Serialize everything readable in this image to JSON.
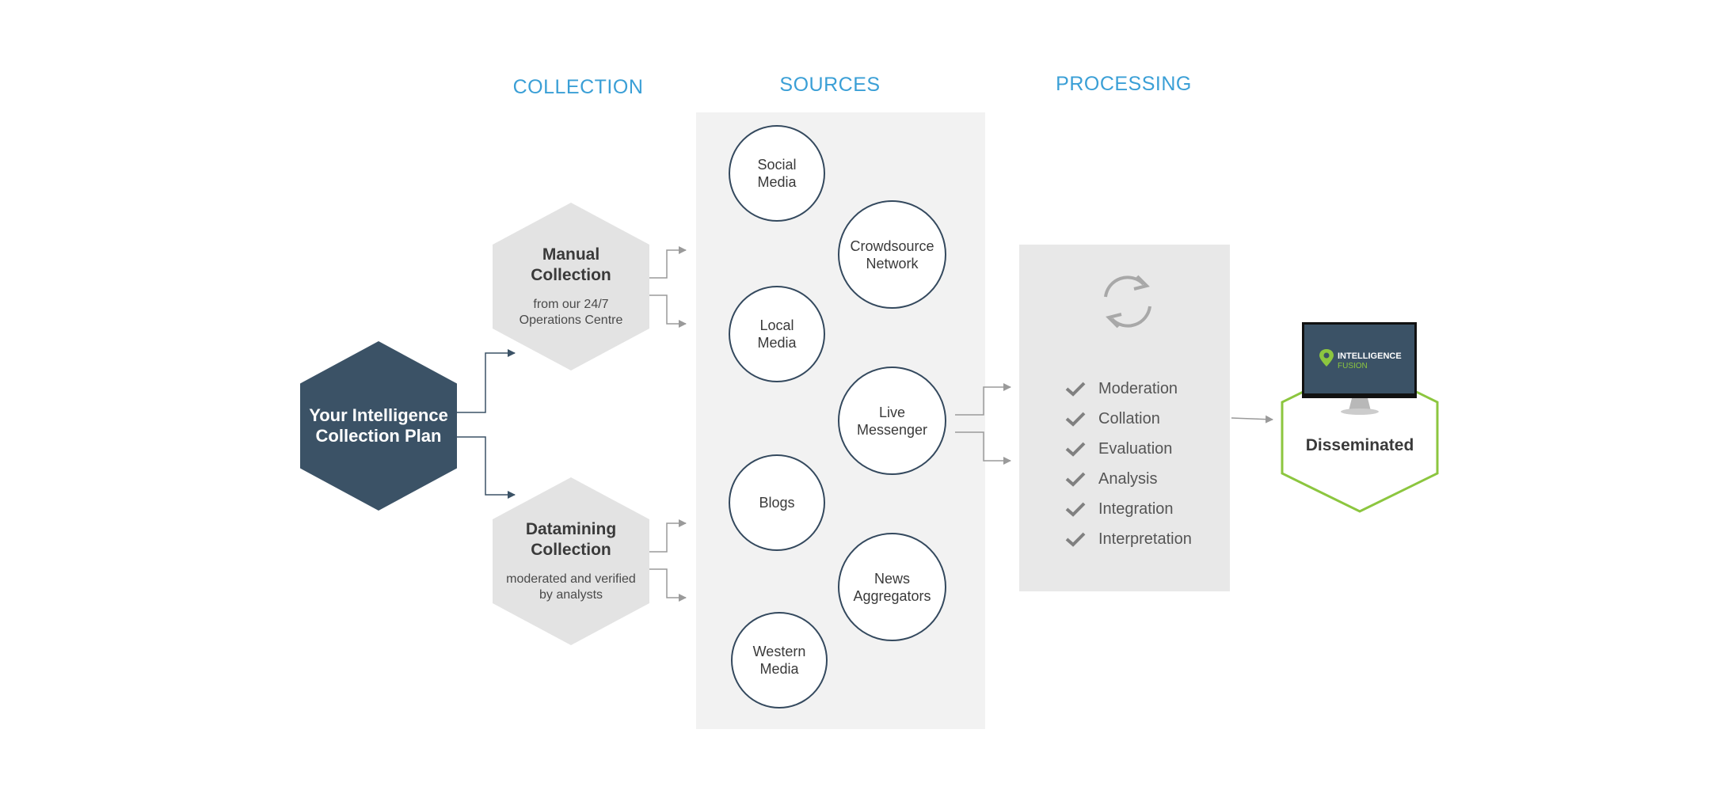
{
  "headings": {
    "collection": "COLLECTION",
    "sources": "SOURCES",
    "processing": "PROCESSING"
  },
  "plan": {
    "line1": "Your Intelligence",
    "line2": "Collection Plan"
  },
  "manual": {
    "line1": "Manual",
    "line2": "Collection",
    "sub1": "from our 24/7",
    "sub2": "Operations Centre"
  },
  "datamining": {
    "line1": "Datamining",
    "line2": "Collection",
    "sub1": "moderated and verified",
    "sub2": "by analysts"
  },
  "sources": [
    "Social\nMedia",
    "Crowdsource\nNetwork",
    "Local\nMedia",
    "Live\nMessenger",
    "Blogs",
    "News\nAggregators",
    "Western\nMedia"
  ],
  "processing": {
    "steps": [
      "Moderation",
      "Collation",
      "Evaluation",
      "Analysis",
      "Integration",
      "Interpretation"
    ]
  },
  "output": {
    "label": "Disseminated",
    "brand_line1": "INTELLIGENCE",
    "brand_line2": "FUSION"
  },
  "colors": {
    "heading": "#3a9fd6",
    "plan_hex": "#3b5266",
    "collection_hex": "#e3e3e3",
    "circle_border": "#34495e",
    "disseminated_border": "#8cc63f",
    "connector": "#9a9a9a"
  }
}
